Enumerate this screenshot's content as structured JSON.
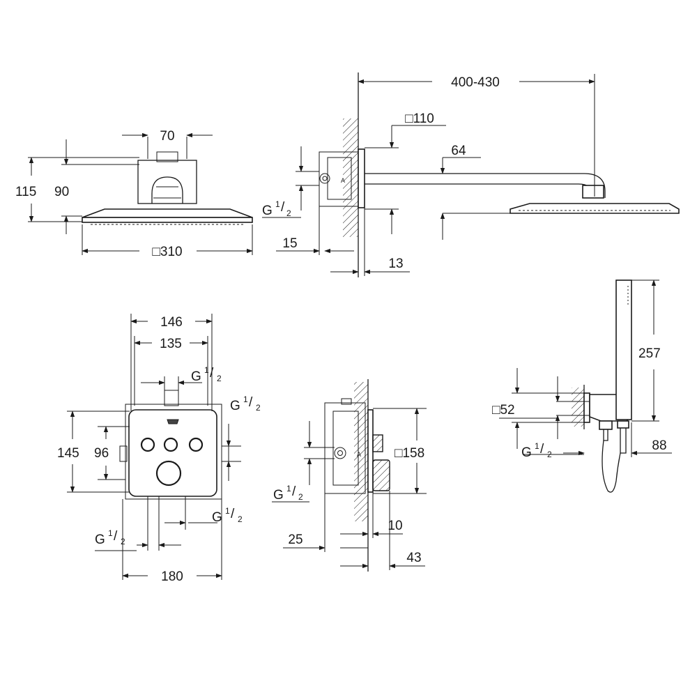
{
  "views": {
    "head_front": {
      "width_top": "70",
      "height_total": "115",
      "height_body": "90",
      "diameter": "□310"
    },
    "head_side": {
      "reach": "400-430",
      "flange": "□110",
      "arm_height": "64",
      "thread": "G",
      "thread_sup": "1",
      "thread_sub": "2",
      "depth_15": "15",
      "depth_13": "13",
      "mark_a": "A"
    },
    "thermostat_front": {
      "width_outer": "146",
      "width_inner": "135",
      "height_outer": "145",
      "height_inner": "96",
      "width_plate": "180",
      "thread": "G",
      "thread_sup": "1",
      "thread_sub": "2"
    },
    "thermostat_side": {
      "plate": "□158",
      "depth_25": "25",
      "depth_10": "10",
      "depth_43": "43",
      "thread": "G",
      "thread_sup": "1",
      "thread_sub": "2",
      "mark_a": "A"
    },
    "hand_shower": {
      "length": "257",
      "square": "□52",
      "depth": "88",
      "thread": "G",
      "thread_sup": "1",
      "thread_sub": "2"
    }
  }
}
